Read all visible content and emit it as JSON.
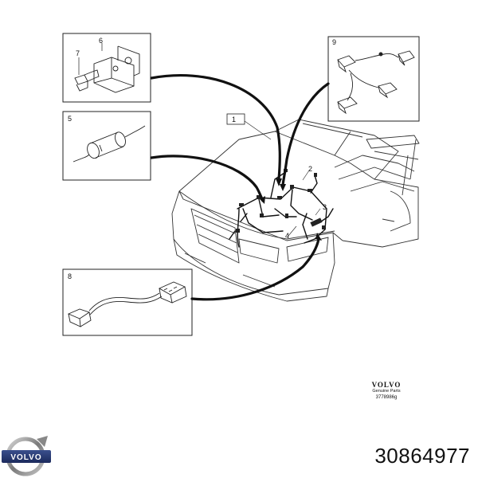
{
  "diagram": {
    "callouts": {
      "c1": "1",
      "c2": "2",
      "c3": "3",
      "c4": "4",
      "c5": "5",
      "c6": "6",
      "c7": "7",
      "c8": "8",
      "c9": "9"
    }
  },
  "branding": {
    "wordmark": "VOLVO",
    "genuine_parts": "Genuine Parts",
    "illustration_code": "3778986g",
    "logo_text": "VOLVO"
  },
  "part_number": "30864977"
}
